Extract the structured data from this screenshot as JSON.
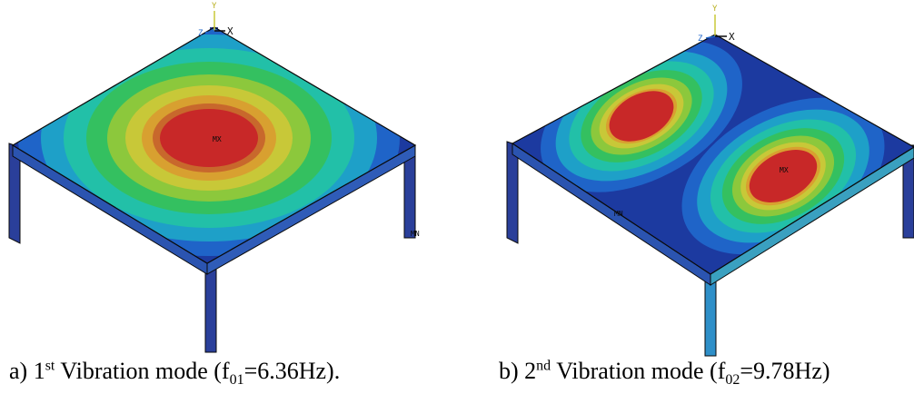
{
  "figures": [
    {
      "id": "a",
      "axes": {
        "y": "Y",
        "x": "X",
        "z": "Z"
      },
      "markers": {
        "max": "MX",
        "min": "MN"
      },
      "caption": {
        "prefix": "a) 1",
        "ordinal": "st",
        "middle": " Vibration mode (f",
        "sub": "01",
        "suffix": "=6.36Hz)."
      }
    },
    {
      "id": "b",
      "axes": {
        "y": "Y",
        "x": "X",
        "z": "Z"
      },
      "markers": {
        "max": "MX",
        "min": "MN"
      },
      "caption": {
        "prefix": "b) 2",
        "ordinal": "nd",
        "middle": " Vibration mode (f",
        "sub": "02",
        "suffix": "=9.78Hz)"
      }
    }
  ],
  "colors": {
    "contour": [
      "#1c3aa0",
      "#1f64c8",
      "#1ea0c8",
      "#22c0a8",
      "#34c060",
      "#8cc83c",
      "#c8c838",
      "#d8a030",
      "#c8682c",
      "#c82828"
    ],
    "structure": "#2a3f9a",
    "edge": "#0a0a0a"
  }
}
